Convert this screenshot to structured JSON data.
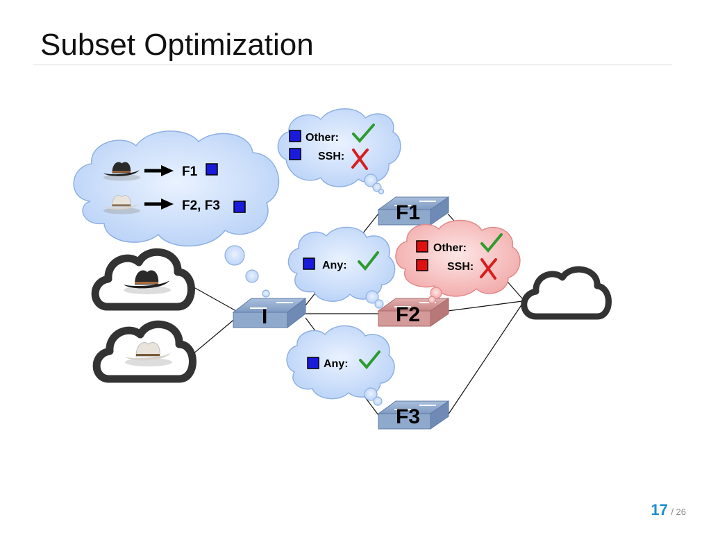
{
  "slide": {
    "title": "Subset Optimization",
    "page_current": "17",
    "page_total": "/ 26"
  },
  "policy_cloud": {
    "rule1_target": "F1",
    "rule2_target": "F2, F3",
    "hat1": "black-cowboy-hat-icon",
    "hat2": "white-cowboy-hat-icon",
    "arrow": "arrow-right-icon"
  },
  "switches": {
    "ingress": "I",
    "f1": "F1",
    "f2": "F2",
    "f3": "F3"
  },
  "thoughts": {
    "f1_other": "Other:",
    "f1_ssh": "SSH:",
    "i_any": "Any:",
    "f2_other": "Other:",
    "f2_ssh": "SSH:",
    "f3_any": "Any:"
  },
  "colors": {
    "blue_thought": "#cfe0fb",
    "red_thought": "#f7c3c3",
    "switch_blue": "#8fa9cc",
    "switch_red": "#d49a9a",
    "check": "#2e9b2e",
    "cross": "#d81e1e",
    "marker_blue": "#1a1adb",
    "marker_red": "#e01010",
    "page_number": "#1a8fd1"
  }
}
